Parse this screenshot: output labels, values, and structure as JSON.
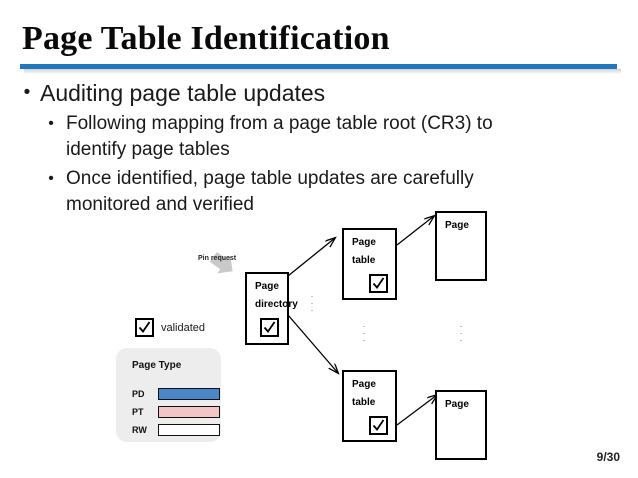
{
  "slide": {
    "title": "Page Table Identification",
    "page_number": "9/30",
    "accent_color": "#1f77bd",
    "rule_shadow_color": "#bfbfbf"
  },
  "bullets": {
    "level1": {
      "marker": "•",
      "text": "Auditing page table updates"
    },
    "level2": [
      {
        "marker": "•",
        "text": "Following mapping from a page table root (CR3) to identify page tables"
      },
      {
        "marker": "•",
        "text": "Once identified, page table updates are carefully monitored and verified"
      }
    ]
  },
  "diagram": {
    "pin_request_label": "Pin request",
    "nodes": [
      {
        "id": "page-directory",
        "line1": "Page",
        "line2": "directory",
        "checked": true
      },
      {
        "id": "page-table-top",
        "line1": "Page",
        "line2": "table",
        "checked": true
      },
      {
        "id": "page-table-bottom",
        "line1": "Page",
        "line2": "table",
        "checked": true
      },
      {
        "id": "page-top",
        "line1": "Page",
        "line2": "",
        "checked": false
      },
      {
        "id": "page-bottom",
        "line1": "Page",
        "line2": "",
        "checked": false
      }
    ],
    "ellipses_count": 3
  },
  "legend": {
    "validated_label": "validated",
    "panel_title": "Page Type",
    "panel_bg": "#ededed",
    "rows": [
      {
        "key": "PD",
        "color": "#4a86c8"
      },
      {
        "key": "PT",
        "color": "#f2c6c6"
      },
      {
        "key": "RW",
        "color": "#ffffff"
      }
    ]
  }
}
